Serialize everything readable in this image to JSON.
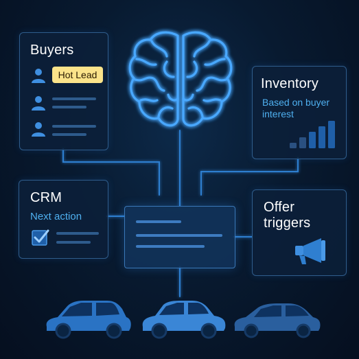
{
  "buyers": {
    "title": "Buyers",
    "badge": "Hot Lead"
  },
  "inventory": {
    "title": "Inventory",
    "subtitle_line1": "Based on buyer",
    "subtitle_line2": "interest"
  },
  "crm": {
    "title": "CRM",
    "subtitle": "Next action"
  },
  "offers": {
    "title_line1": "Offer",
    "title_line2": "triggers"
  },
  "icons": [
    "brain-icon",
    "user-icon",
    "checkbox-icon",
    "megaphone-icon",
    "bar-chart-icon",
    "car-icon"
  ],
  "colors": {
    "background": "#081a30",
    "accent": "#3aa0ff",
    "panel_border": "#2f5d8c",
    "badge": "#fbe38a"
  },
  "chart_data": {
    "type": "bar",
    "values": [
      1,
      2,
      3,
      4,
      5
    ]
  }
}
